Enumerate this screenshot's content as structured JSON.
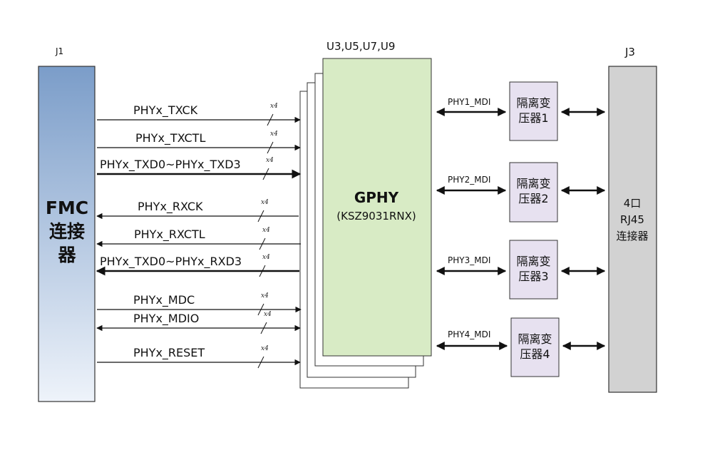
{
  "connector_left": {
    "ref": "J1",
    "name_line1": "FMC",
    "name_line2": "连接",
    "name_line3": "器",
    "fill_top": "#7b9dc9",
    "fill_bottom": "#eef3fa"
  },
  "phy_chip": {
    "ref": "U3,U5,U7,U9",
    "name": "GPHY",
    "part": "(KSZ9031RNX)",
    "fill": "#d8ebc5"
  },
  "connector_right": {
    "ref": "J3",
    "name_line1": "4口",
    "name_line2": "RJ45",
    "name_line3": "连接器",
    "fill": "#d2d2d2"
  },
  "bus_width_label": "x4",
  "signals": [
    {
      "name": "PHYx_TXCK",
      "direction": "to-phy"
    },
    {
      "name": "PHYx_TXCTL",
      "direction": "to-phy"
    },
    {
      "name": "PHYx_TXD0~PHYx_TXD3",
      "direction": "to-phy"
    },
    {
      "name": "PHYx_RXCK",
      "direction": "to-fmc"
    },
    {
      "name": "PHYx_RXCTL",
      "direction": "to-fmc"
    },
    {
      "name": "PHYx_TXD0~PHYx_RXD3",
      "direction": "to-fmc"
    },
    {
      "name": "PHYx_MDC",
      "direction": "to-phy"
    },
    {
      "name": "PHYx_MDIO",
      "direction": "bidirectional"
    },
    {
      "name": "PHYx_RESET",
      "direction": "to-phy"
    }
  ],
  "transformers": [
    {
      "line1": "隔离变",
      "line2": "压器1",
      "mdi": "PHY1_MDI"
    },
    {
      "line1": "隔离变",
      "line2": "压器2",
      "mdi": "PHY2_MDI"
    },
    {
      "line1": "隔离变",
      "line2": "压器3",
      "mdi": "PHY3_MDI"
    },
    {
      "line1": "隔离变",
      "line2": "压器4",
      "mdi": "PHY4_MDI"
    }
  ],
  "transformer_fill": "#e7e1f0",
  "line_color": "#111111"
}
